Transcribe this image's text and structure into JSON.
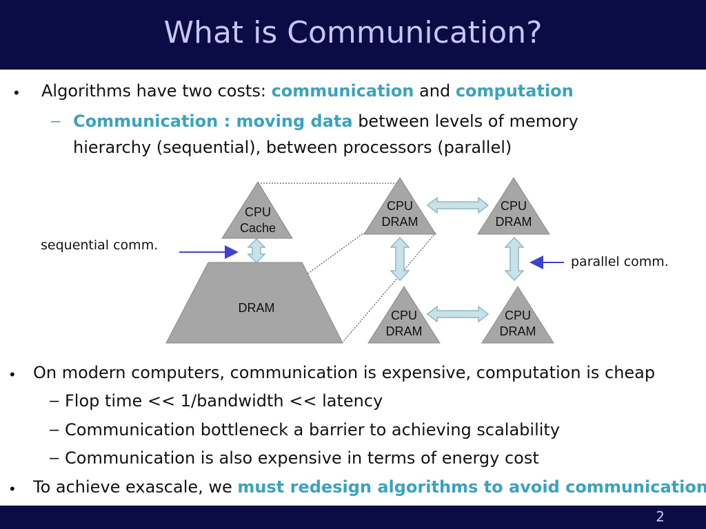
{
  "slide": {
    "title": "What is Communication?",
    "page_number": "2"
  },
  "bullets": {
    "b1_prefix": "Algorithms have two costs: ",
    "b1_hl1": "communication",
    "b1_mid": " and ",
    "b1_hl2": "computation",
    "s1_hl": "Communication : moving data",
    "s1_rest": " between levels of memory",
    "s1_line2": "hierarchy (sequential), between processors (parallel)",
    "b2": "On modern computers, communication is expensive, computation is cheap",
    "s2a": "Flop time << 1/bandwidth << latency",
    "s2b": "Communication bottleneck a barrier to achieving scalability",
    "s2c": "Communication is also expensive in terms of energy cost",
    "b3_prefix": "To achieve exascale, we ",
    "b3_hl": "must redesign algorithms to avoid communication"
  },
  "diagram": {
    "sequential_label": "sequential comm.",
    "parallel_label": "parallel comm.",
    "cache_line1": "CPU",
    "cache_line2": "Cache",
    "dram_label": "DRAM",
    "node_line1": "CPU",
    "node_line2": "DRAM"
  },
  "colors": {
    "title_bg": "#0b0b45",
    "title_text": "#c9c5f2",
    "highlight": "#3ba2c0",
    "shape_gray": "#a6a6a6",
    "arrow_fill": "#c8e2e9",
    "arrow_stroke": "#8fb6c2",
    "pointer_blue": "#4040d0"
  }
}
